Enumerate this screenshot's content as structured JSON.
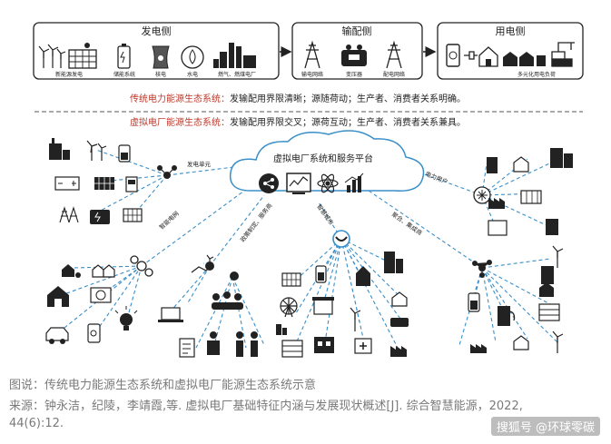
{
  "top": {
    "gen": {
      "title": "发电侧",
      "items": [
        "新能源发电",
        "储能系统",
        "核电",
        "水电",
        "燃气、燃煤电厂"
      ]
    },
    "trans": {
      "title": "输配侧",
      "items": [
        "输电网络",
        "变压器",
        "配电网络"
      ]
    },
    "use": {
      "title": "用电侧",
      "items": [
        "多元化用电负荷"
      ]
    }
  },
  "lines": {
    "traditional": {
      "label": "传统电力能源生态系统：",
      "text": "发输配用界限清晰；源随荷动；生产者、消费者关系明确。"
    },
    "virtual": {
      "label": "虚拟电厂能源生态系统：",
      "text": "发输配用界限交叉；源荷互动；生产者、消费者关系兼具。"
    }
  },
  "platform": {
    "title": "虚拟电厂系统和服务平台"
  },
  "links": {
    "gen_unit": "发电单元",
    "smart_grid": "智能电网",
    "policy_service": "政策制定、服务商",
    "smart_city": "智慧城市",
    "aggregator": "聚合、集成商",
    "power_user": "电力用户"
  },
  "caption": {
    "line1": "图说：传统电力能源生态系统和虚拟电厂能源生态系统示意",
    "line2": "来源：钟永洁，纪陵，李靖霞,等. 虚拟电厂基础特征内涵与发展现状概述[J]. 综合智慧能源，2022,",
    "line3": "44(6):12."
  },
  "watermark": "搜狐号 @环球零碳",
  "colors": {
    "accent_red": "#c0392b",
    "dash_blue": "#3a8fc8",
    "ink": "#222222"
  }
}
